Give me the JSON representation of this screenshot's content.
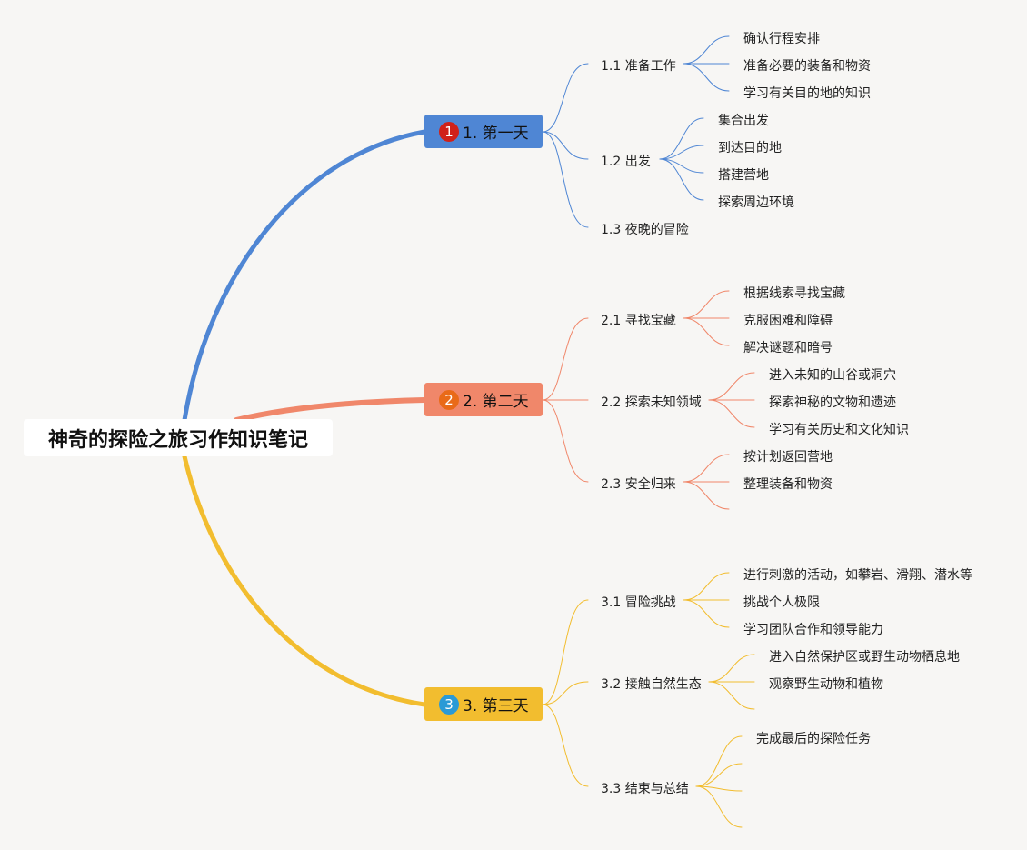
{
  "root": {
    "title": "神奇的探险之旅习作知识笔记"
  },
  "branches": [
    {
      "number": "1",
      "label": "1. 第一天",
      "color": "#4f86d4",
      "badge_color": "#d0211a",
      "subs": [
        {
          "label": "1.1 准备工作",
          "leaves": [
            "确认行程安排",
            "准备必要的装备和物资",
            "学习有关目的地的知识"
          ]
        },
        {
          "label": "1.2 出发",
          "leaves": [
            "集合出发",
            "到达目的地",
            "搭建营地",
            "探索周边环境"
          ]
        },
        {
          "label": "1.3 夜晚的冒险",
          "leaves": []
        }
      ]
    },
    {
      "number": "2",
      "label": "2. 第二天",
      "color": "#f0876a",
      "badge_color": "#e96a18",
      "subs": [
        {
          "label": "2.1 寻找宝藏",
          "leaves": [
            "根据线索寻找宝藏",
            "克服困难和障碍",
            "解决谜题和暗号"
          ]
        },
        {
          "label": "2.2 探索未知领域",
          "leaves": [
            "进入未知的山谷或洞穴",
            "探索神秘的文物和遗迹",
            "学习有关历史和文化知识"
          ]
        },
        {
          "label": "2.3 安全归来",
          "leaves": [
            "按计划返回营地",
            "整理装备和物资",
            ""
          ]
        }
      ]
    },
    {
      "number": "3",
      "label": "3. 第三天",
      "color": "#f2bd2f",
      "badge_color": "#2a9ad6",
      "subs": [
        {
          "label": "3.1 冒险挑战",
          "leaves": [
            "进行刺激的活动，如攀岩、滑翔、潜水等",
            "挑战个人极限",
            "学习团队合作和领导能力"
          ]
        },
        {
          "label": "3.2 接触自然生态",
          "leaves": [
            "进入自然保护区或野生动物栖息地",
            "观察野生动物和植物",
            ""
          ]
        },
        {
          "label": "3.3 结束与总结",
          "leaves": [
            "完成最后的探险任务",
            "",
            "",
            ""
          ]
        }
      ]
    }
  ]
}
